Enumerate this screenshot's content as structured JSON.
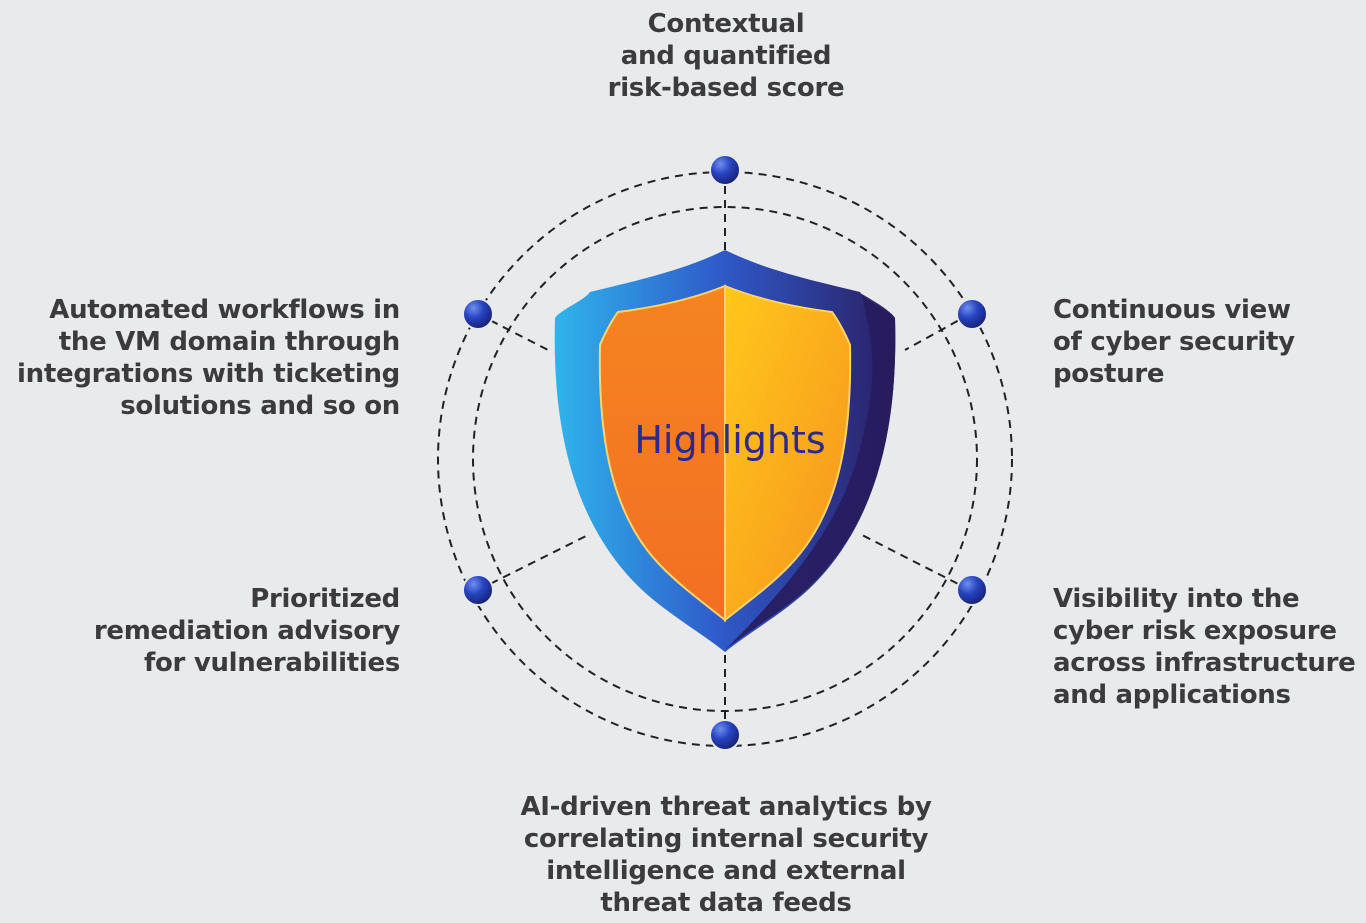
{
  "center_title": "Highlights",
  "nodes": [
    {
      "text": "Contextual\nand quantified\nrisk-based score"
    },
    {
      "text": "Continuous view\nof cyber security\nposture"
    },
    {
      "text": "Visibility into the\ncyber risk exposure\nacross infrastructure\nand applications"
    },
    {
      "text": "AI-driven threat analytics by\ncorrelating internal security\nintelligence and external\nthreat data feeds"
    },
    {
      "text": "Prioritized\nremediation advisory\nfor vulnerabilities"
    },
    {
      "text": "Automated workflows in\nthe VM domain through\nintegrations with ticketing\nsolutions and so on"
    }
  ],
  "colors": {
    "background": "#e9eaec",
    "text": "#3b3b3d",
    "title": "#2d2a8c",
    "node": "#1f3fb0",
    "shield_rim_light": "#2fa7e6",
    "shield_rim_dark": "#2a1f63",
    "shield_fill_left": "#f47c20",
    "shield_fill_right": "#ffc21a"
  }
}
